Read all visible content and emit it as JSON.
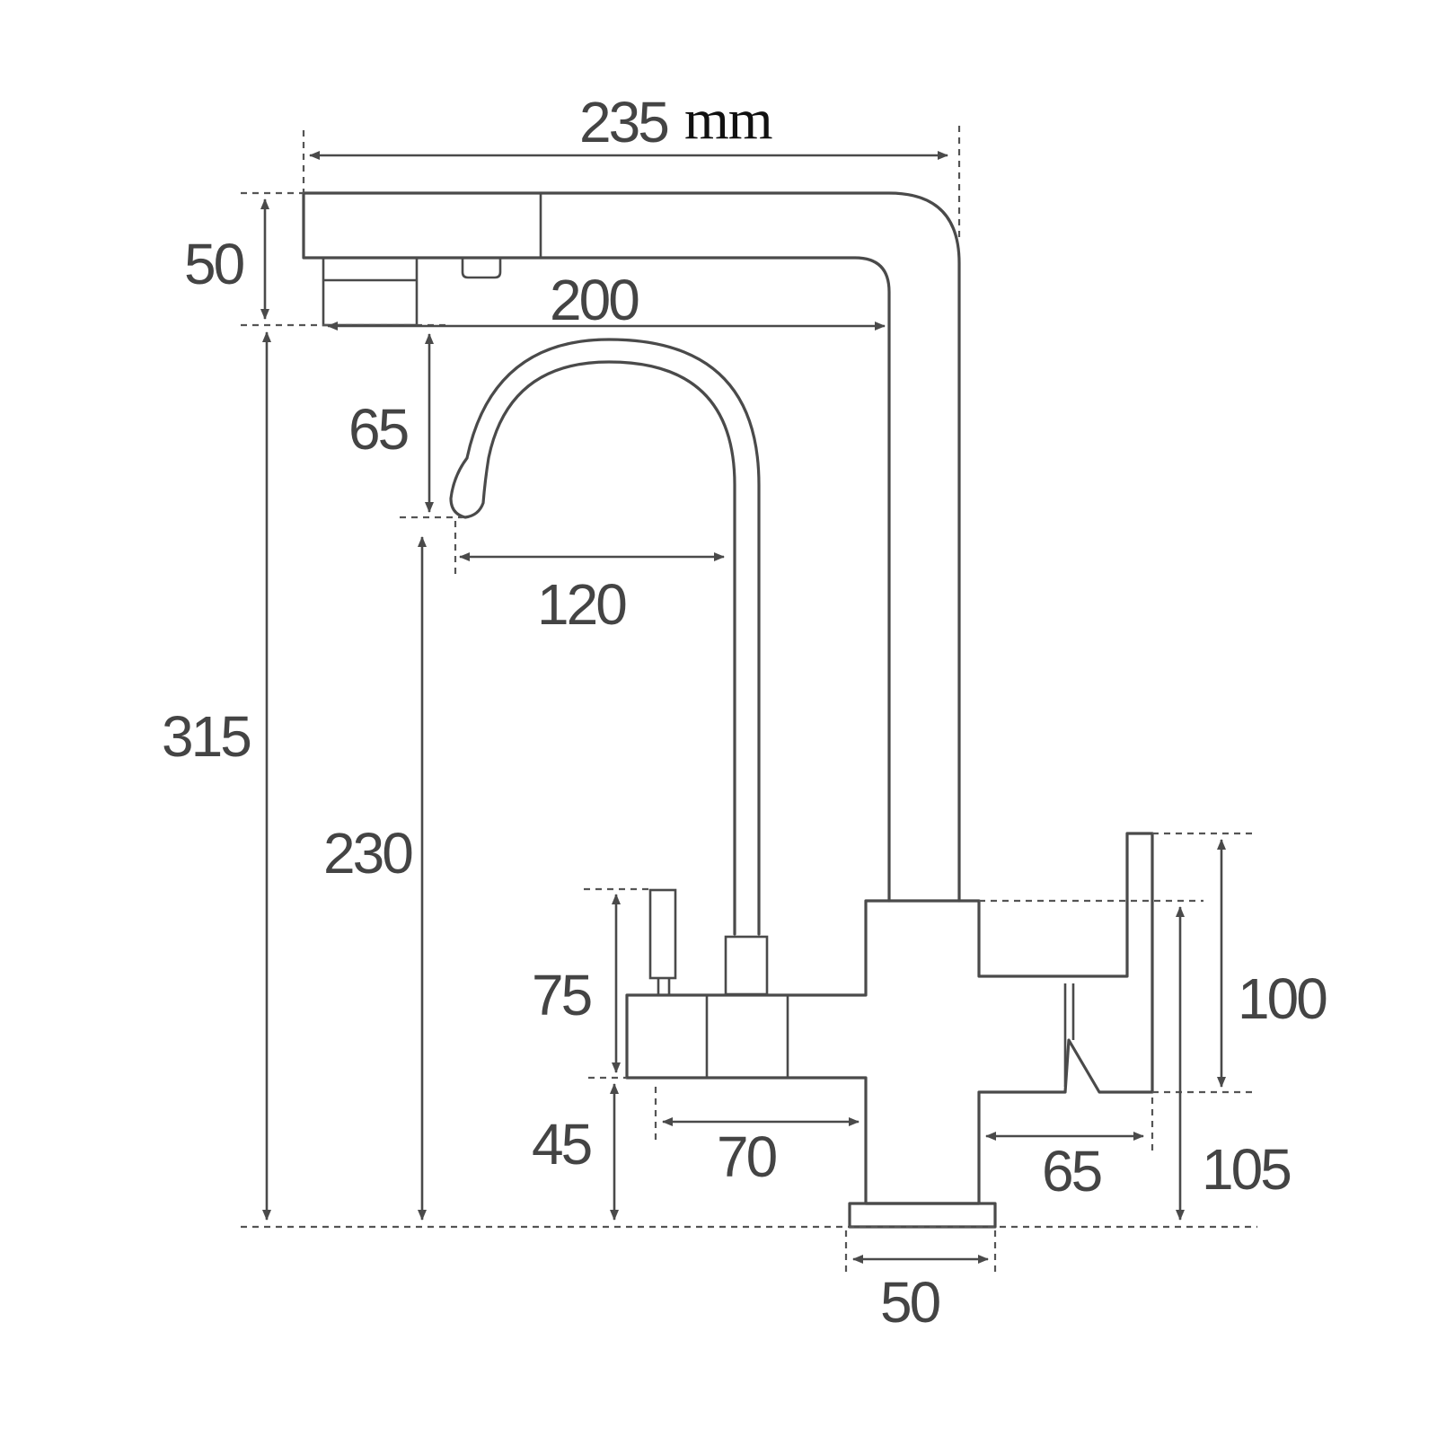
{
  "dimensions": {
    "overall_width": "235",
    "unit": "mm",
    "spout_height": "50",
    "spout_reach": "200",
    "filter_spout_drop": "65",
    "filter_spout_reach": "120",
    "overall_height": "315",
    "filter_spout_clearance": "230",
    "left_handle_height": "75",
    "left_body_clearance": "45",
    "left_handle_offset": "70",
    "right_handle_height": "100",
    "right_body_height": "105",
    "right_handle_offset": "65",
    "base_diameter": "50"
  }
}
